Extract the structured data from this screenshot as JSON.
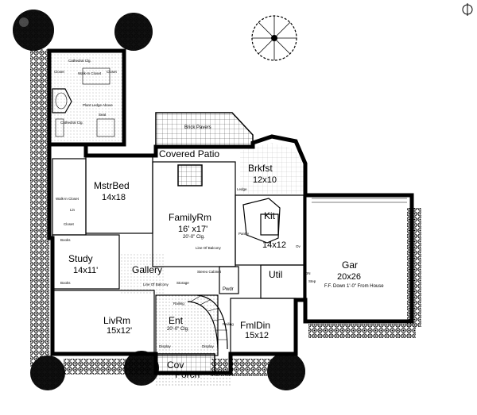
{
  "rooms": {
    "covered_patio": "Covered Patio",
    "brkfst": "Brkfst",
    "brkfst_size": "12x10",
    "mstrbed": "MstrBed",
    "mstrbed_size": "14x18",
    "familyrm": "FamilyRm",
    "familyrm_size": "16' x17'",
    "familyrm_clg": "20'-0\" Clg.",
    "kit": "Kit",
    "kit_size": "14x12",
    "gar": "Gar",
    "gar_size": "20x26",
    "gar_note": "F.F. Down 1'-0\" From House",
    "study": "Study",
    "study_size": "14x11'",
    "gallery": "Gallery",
    "util": "Util",
    "livrm": "LivRm",
    "livrm_size": "15x12'",
    "ent": "Ent",
    "ent_clg": "20'-0\" Clg.",
    "fmldin": "FmlDin",
    "fmldin_size": "15x12",
    "cov": "Cov",
    "porch": "Porch"
  },
  "notes": {
    "brick_pavers": "Brick Pavers",
    "cathedral_clg_top": "Cathedral Clg.",
    "cathedral_clg_mid": "Cathedral Clg.",
    "walk_in_closet_top": "Walk-In Closet",
    "closet_left": "Closet",
    "closet_right": "Closet",
    "plant_ledge": "Plant Ledge Above",
    "walk_in_closet_side": "Walk-in Closet",
    "closet_small": "Closet",
    "books_top": "Books",
    "books_bottom": "Books",
    "line_of_balcony": "Line Of Balcony",
    "line_of_balcony_ent": "Line Of Balcony",
    "storage": "Storage",
    "stereo_cabinet": "Stereo Cabinet",
    "pwdr": "Pwdr",
    "railing_left": "Railing",
    "railing_right": "Railing",
    "display_left": "Display",
    "display_right": "Display",
    "ledge": "Ledge",
    "pantry": "Pantry",
    "dn": "DN",
    "step": "Step",
    "seat": "Seat",
    "ov": "Ov",
    "lin": "Lin"
  },
  "symbols": [
    "north-arrow-icon",
    "tree-icon",
    "shrub-hedge-icon",
    "stair-icon",
    "tub-icon"
  ]
}
